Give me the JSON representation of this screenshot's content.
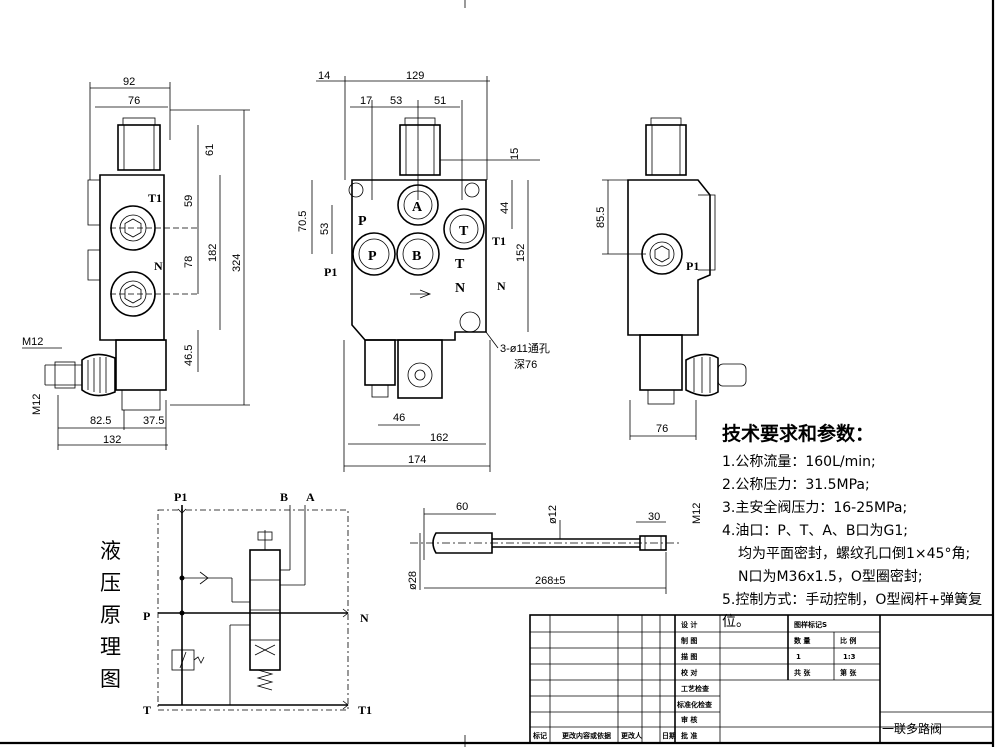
{
  "left_view": {
    "dims": [
      "92",
      "76",
      "61",
      "59",
      "78",
      "182",
      "324",
      "46.5",
      "82.5",
      "37.5",
      "132",
      "M12",
      "M12"
    ],
    "ports": [
      "T1",
      "N"
    ]
  },
  "front_view": {
    "dims": [
      "14",
      "129",
      "17",
      "53",
      "51",
      "15",
      "70.5",
      "53",
      "44",
      "152",
      "46",
      "162",
      "174"
    ],
    "ports": [
      "A",
      "P",
      "T",
      "P",
      "B",
      "T1",
      "P1",
      "T",
      "N",
      "N"
    ],
    "hole_note": [
      "3-ø11通孔",
      "深76"
    ]
  },
  "right_view": {
    "dims": [
      "85.5",
      "76"
    ],
    "ports": [
      "P1"
    ]
  },
  "handle": {
    "dims": [
      "60",
      "ø12",
      "30",
      "M12",
      "ø28",
      "268±5"
    ]
  },
  "tech": {
    "title": "技术要求和参数：",
    "lines": [
      "1.公称流量：160L/min;",
      "2.公称压力：31.5MPa;",
      "3.主安全阀压力：16-25MPa;",
      "4.油口：P、T、A、B口为G1;",
      "均为平面密封，螺纹孔口倒1×45°角;",
      "N口为M36x1.5，O型圈密封;",
      "5.控制方式：手动控制，O型阀杆+弹簧复",
      "位。"
    ]
  },
  "schematic": {
    "title_chars": [
      "液",
      "压",
      "原",
      "理",
      "图"
    ],
    "ports": [
      "P1",
      "B",
      "A",
      "P",
      "N",
      "T",
      "T1"
    ]
  },
  "title_block": {
    "rows_mid": [
      "设 计",
      "制 图",
      "描 图",
      "校 对",
      "工艺检查",
      "标准化检查",
      "审 核",
      "批 准"
    ],
    "right_top": [
      "图样标记",
      "S"
    ],
    "right_mid": [
      "数 量",
      "比 例"
    ],
    "right_vals": [
      "1",
      "1:3"
    ],
    "right_sheet": [
      "共 张",
      "第 张"
    ],
    "footer": [
      "标记",
      "更改内容或依据",
      "更改人",
      "日期"
    ],
    "drawing_name": "一联多路阀"
  }
}
